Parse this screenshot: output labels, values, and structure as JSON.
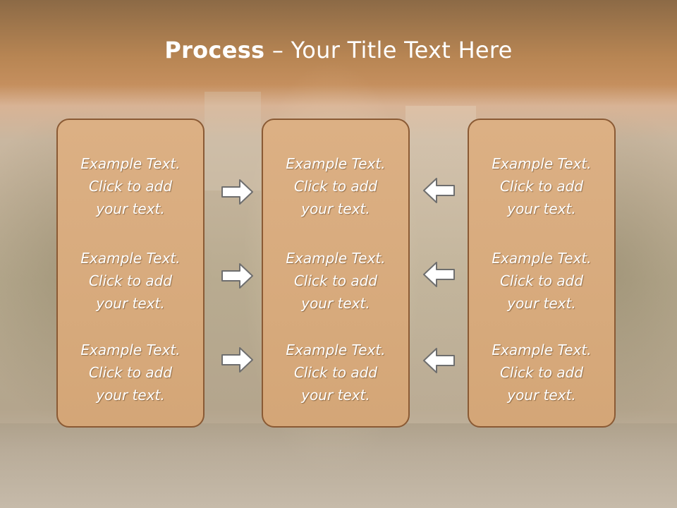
{
  "slide": {
    "title_bold": "Process",
    "title_rest": " – Your Title Text Here"
  },
  "columns": [
    {
      "items": [
        "Example Text.\nClick  to add\nyour text.",
        "Example Text.\nClick  to add\nyour text.",
        "Example Text.\nClick  to add\nyour text."
      ]
    },
    {
      "items": [
        "Example Text.\nClick  to add\nyour text.",
        "Example Text.\nClick  to add\nyour text.",
        "Example Text.\nClick  to add\nyour text."
      ]
    },
    {
      "items": [
        "Example Text.\nClick  to add\nyour text.",
        "Example Text.\nClick  to add\nyour text.",
        "Example Text.\nClick  to add\nyour text."
      ]
    }
  ],
  "icons": {
    "left_arrows": "arrow-right-icon",
    "right_arrows": "arrow-left-icon"
  },
  "colors": {
    "title_bar": "#b78553",
    "panel_fill": "#d4a677",
    "panel_border": "#8a5a34",
    "arrow_fill": "#ffffff",
    "arrow_stroke": "#6e6e6e"
  }
}
